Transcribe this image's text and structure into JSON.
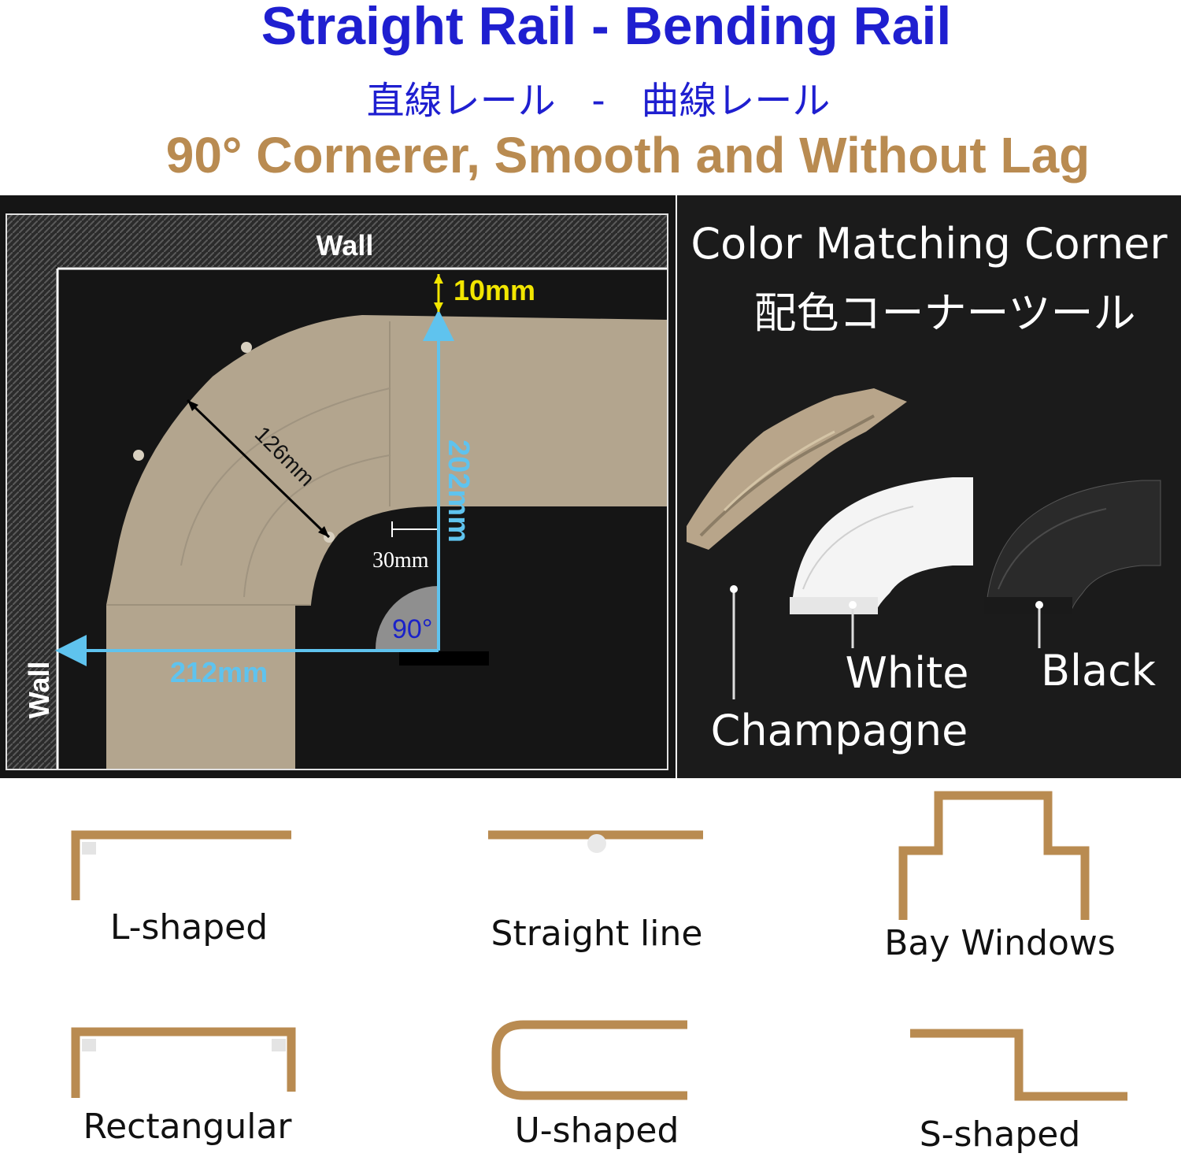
{
  "header": {
    "title": "Straight Rail - Bending Rail",
    "title_jp": "直線レール   -   曲線レール",
    "subtitle": "90° Cornerer, Smooth and Without Lag"
  },
  "diagram": {
    "wall_top_label": "Wall",
    "wall_left_label": "Wall",
    "gap_label": "10mm",
    "width_label": "126mm",
    "vertical_label": "202mm",
    "inner_label": "30mm",
    "angle_label": "90°",
    "horizontal_label": "212mm"
  },
  "colors_panel": {
    "title": "Color Matching Corner",
    "title_jp": "配色コーナーツール",
    "labels": [
      "Champagne",
      "White",
      "Black"
    ],
    "swatches": {
      "Champagne": "#b8a58a",
      "White": "#f4f4f4",
      "Black": "#2a2a2a"
    }
  },
  "shapes": {
    "rail_color": "#b98b51",
    "items": [
      {
        "label": "L-shaped",
        "icon": "l-shape-icon"
      },
      {
        "label": "Straight line",
        "icon": "straight-line-icon"
      },
      {
        "label": "Bay Windows",
        "icon": "bay-window-icon"
      },
      {
        "label": "Rectangular",
        "icon": "rectangular-icon"
      },
      {
        "label": "U-shaped",
        "icon": "u-shape-icon"
      },
      {
        "label": "S-shaped",
        "icon": "s-shape-icon"
      }
    ]
  }
}
